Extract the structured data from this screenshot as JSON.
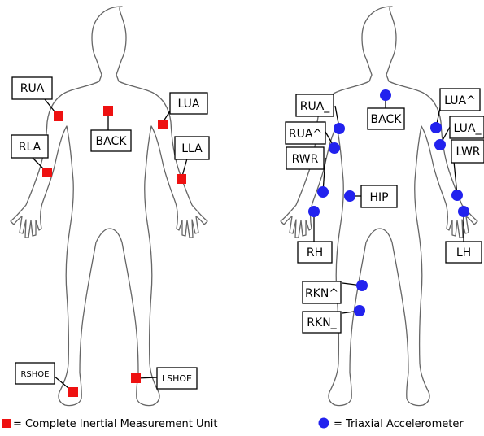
{
  "figures": {
    "left": {
      "sensor_type": "Complete Inertial Measurement Unit",
      "labels": {
        "RUA": "RUA",
        "RLA": "RLA",
        "BACK": "BACK",
        "LUA": "LUA",
        "LLA": "LLA",
        "RSHOE": "RSHOE",
        "LSHOE": "LSHOE"
      }
    },
    "right": {
      "sensor_type": "Triaxial Accelerometer",
      "labels": {
        "RUA_": "RUA_",
        "RUA^": "RUA^",
        "RWR": "RWR",
        "BACK": "BACK",
        "LUA^": "LUA^",
        "LUA_": "LUA_",
        "LWR": "LWR",
        "HIP": "HIP",
        "RH": "RH",
        "LH": "LH",
        "RKN^": "RKN^",
        "RKN_": "RKN_"
      }
    }
  },
  "legend": {
    "imu": "= Complete Inertial Measurement Unit",
    "acc": "= Triaxial Accelerometer"
  },
  "colors": {
    "imu_marker": "#ee1111",
    "acc_marker": "#2222ee",
    "outline": "#666666"
  }
}
